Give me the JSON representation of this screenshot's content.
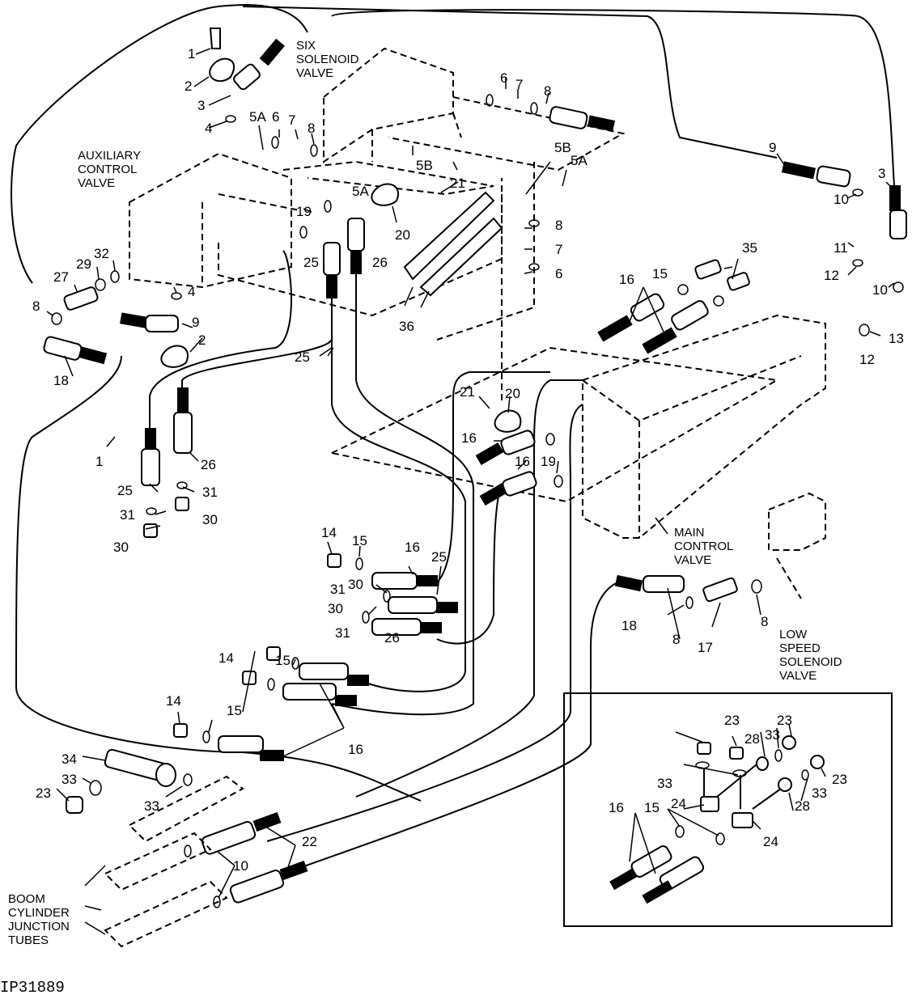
{
  "figure_id": "IP31889",
  "component_names": {
    "six_solenoid_valve": "SIX\nSOLENOID\nVALVE",
    "auxiliary_control_valve": "AUXILIARY\nCONTROL\nVALVE",
    "main_control_valve": "MAIN\nCONTROL\nVALVE",
    "low_speed_solenoid_valve": "LOW\nSPEED\nSOLENOID\nVALVE",
    "boom_cylinder_junction_tubes": "BOOM\nCYLINDER\nJUNCTION\nTUBES"
  },
  "callouts": [
    {
      "id": "c1a",
      "text": "1"
    },
    {
      "id": "c2a",
      "text": "2"
    },
    {
      "id": "c3a",
      "text": "3"
    },
    {
      "id": "c4a",
      "text": "4"
    },
    {
      "id": "c5Aa",
      "text": "5A"
    },
    {
      "id": "c6a",
      "text": "6"
    },
    {
      "id": "c7a",
      "text": "7"
    },
    {
      "id": "c8a",
      "text": "8"
    },
    {
      "id": "c6b",
      "text": "6"
    },
    {
      "id": "c7b",
      "text": "7"
    },
    {
      "id": "c8b",
      "text": "8"
    },
    {
      "id": "c5Ba",
      "text": "5B"
    },
    {
      "id": "c5Bb",
      "text": "5B"
    },
    {
      "id": "c5Ab",
      "text": "5A"
    },
    {
      "id": "c5Ac",
      "text": "5A"
    },
    {
      "id": "c9a",
      "text": "9"
    },
    {
      "id": "c3b",
      "text": "3"
    },
    {
      "id": "c10a",
      "text": "10"
    },
    {
      "id": "c11",
      "text": "11"
    },
    {
      "id": "c12a",
      "text": "12"
    },
    {
      "id": "c10b",
      "text": "10"
    },
    {
      "id": "c13",
      "text": "13"
    },
    {
      "id": "c12b",
      "text": "12"
    },
    {
      "id": "c21a",
      "text": "21"
    },
    {
      "id": "c20a",
      "text": "20"
    },
    {
      "id": "c19a",
      "text": "19"
    },
    {
      "id": "c26a",
      "text": "26"
    },
    {
      "id": "c25a",
      "text": "25"
    },
    {
      "id": "c8c",
      "text": "8"
    },
    {
      "id": "c7c",
      "text": "7"
    },
    {
      "id": "c6c",
      "text": "6"
    },
    {
      "id": "c36",
      "text": "36"
    },
    {
      "id": "c35",
      "text": "35"
    },
    {
      "id": "c15a",
      "text": "15"
    },
    {
      "id": "c16a",
      "text": "16"
    },
    {
      "id": "c32",
      "text": "32"
    },
    {
      "id": "c29",
      "text": "29"
    },
    {
      "id": "c27",
      "text": "27"
    },
    {
      "id": "c8d",
      "text": "8"
    },
    {
      "id": "c4b",
      "text": "4"
    },
    {
      "id": "c9b",
      "text": "9"
    },
    {
      "id": "c2b",
      "text": "2"
    },
    {
      "id": "c18a",
      "text": "18"
    },
    {
      "id": "c25b",
      "text": "25"
    },
    {
      "id": "c1b",
      "text": "1"
    },
    {
      "id": "c26b",
      "text": "26"
    },
    {
      "id": "c25c",
      "text": "25"
    },
    {
      "id": "c31a",
      "text": "31"
    },
    {
      "id": "c30a",
      "text": "30"
    },
    {
      "id": "c31b",
      "text": "31"
    },
    {
      "id": "c30b",
      "text": "30"
    },
    {
      "id": "c21b",
      "text": "21"
    },
    {
      "id": "c20b",
      "text": "20"
    },
    {
      "id": "c16b",
      "text": "16"
    },
    {
      "id": "c16c",
      "text": "16"
    },
    {
      "id": "c19b",
      "text": "19"
    },
    {
      "id": "c14a",
      "text": "14"
    },
    {
      "id": "c15b",
      "text": "15"
    },
    {
      "id": "c16d",
      "text": "16"
    },
    {
      "id": "c25d",
      "text": "25"
    },
    {
      "id": "c30c",
      "text": "30"
    },
    {
      "id": "c31c",
      "text": "31"
    },
    {
      "id": "c30d",
      "text": "30"
    },
    {
      "id": "c31d",
      "text": "31"
    },
    {
      "id": "c26c",
      "text": "26"
    },
    {
      "id": "c18b",
      "text": "18"
    },
    {
      "id": "c8e",
      "text": "8"
    },
    {
      "id": "c17",
      "text": "17"
    },
    {
      "id": "c8f",
      "text": "8"
    },
    {
      "id": "c14b",
      "text": "14"
    },
    {
      "id": "c15c",
      "text": "15"
    },
    {
      "id": "c14c",
      "text": "14"
    },
    {
      "id": "c15d",
      "text": "15"
    },
    {
      "id": "c16e",
      "text": "16"
    },
    {
      "id": "c34",
      "text": "34"
    },
    {
      "id": "c33a",
      "text": "33"
    },
    {
      "id": "c23a",
      "text": "23"
    },
    {
      "id": "c33b",
      "text": "33"
    },
    {
      "id": "c22",
      "text": "22"
    },
    {
      "id": "c10c",
      "text": "10"
    },
    {
      "id": "d23a",
      "text": "23"
    },
    {
      "id": "d23b",
      "text": "23"
    },
    {
      "id": "d28a",
      "text": "28"
    },
    {
      "id": "d33a",
      "text": "33"
    },
    {
      "id": "d33b",
      "text": "33"
    },
    {
      "id": "d23c",
      "text": "23"
    },
    {
      "id": "d24a",
      "text": "24"
    },
    {
      "id": "d33c",
      "text": "33"
    },
    {
      "id": "d28b",
      "text": "28"
    },
    {
      "id": "d16",
      "text": "16"
    },
    {
      "id": "d15",
      "text": "15"
    },
    {
      "id": "d24b",
      "text": "24"
    }
  ]
}
